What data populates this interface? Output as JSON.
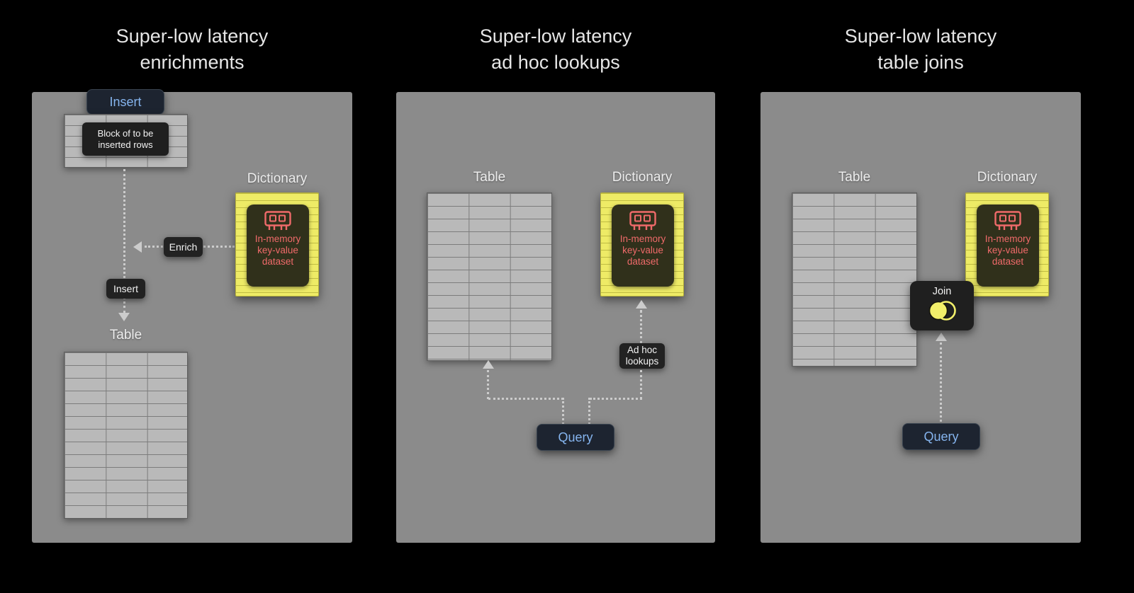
{
  "colors": {
    "background": "#000000",
    "panel_gray": "#8b8b8b",
    "table_fill": "#b9b9b9",
    "accent_blue": "#85b4ee",
    "dictionary_yellow": "#eeeb66",
    "dictionary_red": "#ef6a6a",
    "dotted_line": "#cccccc"
  },
  "panels": [
    {
      "title": [
        "Super-low latency",
        "enrichments"
      ],
      "insert_button": "Insert",
      "block_label": [
        "Block of to be",
        "inserted rows"
      ],
      "enrich_badge": "Enrich",
      "insert_badge": "Insert",
      "table_label": "Table",
      "dictionary_label": "Dictionary",
      "dictionary_text": [
        "In-memory",
        "key-value",
        "dataset"
      ]
    },
    {
      "title": [
        "Super-low latency",
        "ad hoc lookups"
      ],
      "table_label": "Table",
      "dictionary_label": "Dictionary",
      "dictionary_text": [
        "In-memory",
        "key-value",
        "dataset"
      ],
      "adhoc_badge": [
        "Ad hoc",
        "lookups"
      ],
      "query_button": "Query"
    },
    {
      "title": [
        "Super-low latency",
        "table joins"
      ],
      "table_label": "Table",
      "dictionary_label": "Dictionary",
      "dictionary_text": [
        "In-memory",
        "key-value",
        "dataset"
      ],
      "join_badge": "Join",
      "query_button": "Query"
    }
  ]
}
